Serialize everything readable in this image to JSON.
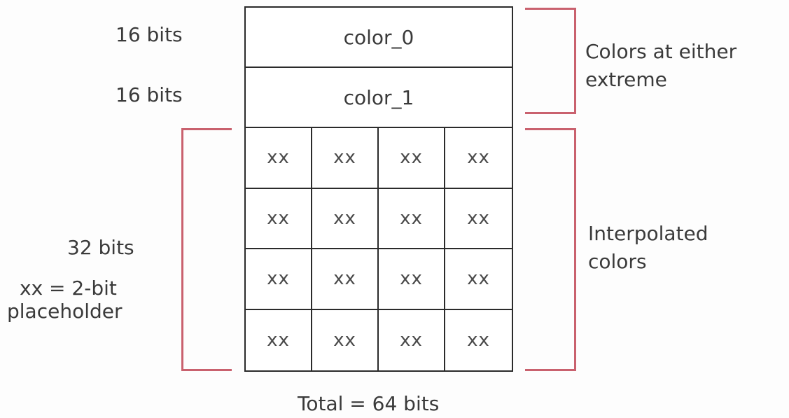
{
  "left_labels": {
    "color0_bits": "16 bits",
    "color1_bits": "16 bits",
    "grid_bits": "32 bits",
    "placeholder_line1": "xx = 2-bit",
    "placeholder_line2": "placeholder"
  },
  "boxes": {
    "color0": "color_0",
    "color1": "color_1"
  },
  "grid": {
    "cells": [
      "xx",
      "xx",
      "xx",
      "xx",
      "xx",
      "xx",
      "xx",
      "xx",
      "xx",
      "xx",
      "xx",
      "xx",
      "xx",
      "xx",
      "xx",
      "xx"
    ]
  },
  "right_labels": {
    "extremes_line1": "Colors at either",
    "extremes_line2": "extreme",
    "interp_line1": "Interpolated",
    "interp_line2": "colors"
  },
  "footer": {
    "total": "Total = 64 bits"
  },
  "colors": {
    "bracket": "#c9616e",
    "border": "#2b2b2b",
    "text": "#3a3a3a"
  }
}
